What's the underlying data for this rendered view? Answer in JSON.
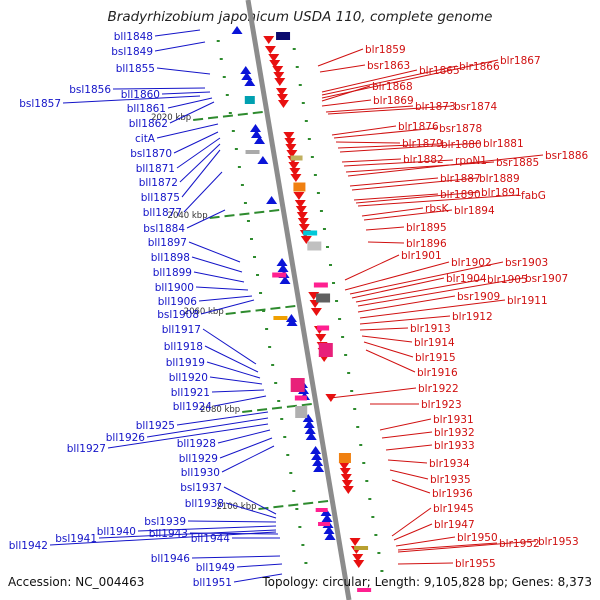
{
  "title": "Bradyrhizobium japonicum USDA 110, complete genome",
  "accession": "Accession: NC_004463",
  "summary": "Topology: circular; Length: 9,105,828 bp; Genes: 8,373",
  "colors": {
    "left_strand": "#0a14d8",
    "right_strand": "#e81010",
    "left_label": "#1414c8",
    "right_label": "#d01010",
    "backbone": "#8c8c8c",
    "tick": "#2e8b2e"
  },
  "kbp_marks": [
    "2020 kbp",
    "2040 kbp",
    "2060 kbp",
    "2080 kbp",
    "2100 kbp"
  ],
  "left_genes": [
    "bll1848",
    "bsl1849",
    "bll1855",
    "bsl1856",
    "bsl1857",
    "bll1860",
    "bll1861",
    "bll1862",
    "citA",
    "bsl1870",
    "bll1871",
    "bll1872",
    "bll1875",
    "bll1877",
    "bsl1884",
    "bll1897",
    "bll1898",
    "bll1899",
    "bll1900",
    "bll1906",
    "bsl1908",
    "bll1917",
    "bll1918",
    "bll1919",
    "bll1920",
    "bll1921",
    "bll1924",
    "bll1925",
    "bll1926",
    "bll1927",
    "bll1928",
    "bll1929",
    "bll1930",
    "bsl1937",
    "bll1938",
    "bsl1939",
    "bll1940",
    "bsl1941",
    "bll1942",
    "bll1943",
    "bll1944",
    "bll1946",
    "bll1949",
    "bll1951"
  ],
  "right_genes": [
    "blr1859",
    "bsr1863",
    "blr1865",
    "blr1866",
    "blr1867",
    "blr1868",
    "blr1869",
    "blr1873",
    "bsr1874",
    "blr1876",
    "bsr1878",
    "blr1879",
    "blr1880",
    "blr1881",
    "blr1882",
    "rpoN1",
    "bsr1885",
    "bsr1886",
    "blr1887",
    "blr1889",
    "blr1890",
    "blr1891",
    "fabG",
    "rbsK",
    "blr1894",
    "blr1895",
    "blr1896",
    "blr1901",
    "blr1902",
    "bsr1903",
    "blr1904",
    "blr1905",
    "bsr1907",
    "bsr1909",
    "blr1911",
    "blr1912",
    "blr1913",
    "blr1914",
    "blr1915",
    "blr1916",
    "blr1922",
    "blr1923",
    "blr1931",
    "blr1932",
    "blr1933",
    "blr1934",
    "blr1935",
    "blr1936",
    "blr1945",
    "blr1947",
    "blr1950",
    "blr1952",
    "blr1953",
    "blr1955"
  ]
}
